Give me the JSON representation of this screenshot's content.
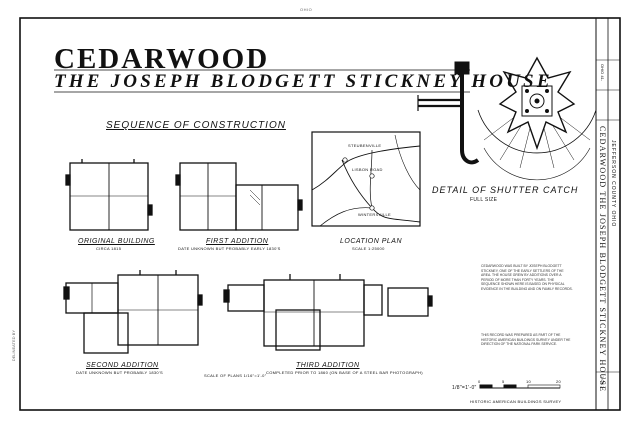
{
  "top_label": "OHIO",
  "title": "CEDARWOOD",
  "subtitle": "THE JOSEPH BLODGETT STICKNEY HOUSE",
  "sequence_heading": "SEQUENCE OF CONSTRUCTION",
  "plans": [
    {
      "caption": "ORIGINAL BUILDING",
      "sub": "CIRCA 1815"
    },
    {
      "caption": "FIRST ADDITION",
      "sub": "DATE UNKNOWN BUT PROBABLY EARLY 1830'S"
    },
    {
      "caption": "SECOND ADDITION",
      "sub": "DATE UNKNOWN BUT PROBABLY 1830'S"
    },
    {
      "caption": "THIRD ADDITION",
      "sub": "COMPLETED PRIOR TO 1860 (ON BASE OF A STEEL BAR PHOTOGRAPH)"
    }
  ],
  "location_plan": {
    "caption": "LOCATION PLAN",
    "sub": "SCALE 1:25000",
    "labels": [
      "STEUBENVILLE",
      "LISBON ROAD",
      "WINTERSVILLE"
    ]
  },
  "detail": {
    "caption": "DETAIL OF SHUTTER CATCH",
    "sub": "FULL SIZE"
  },
  "scale_note": "SCALE OF PLANS 1/16\"=1'-0\"",
  "scale_bar": {
    "label": "1/8\"=1'-0\"",
    "ticks": [
      "0",
      "5",
      "10",
      "20"
    ]
  },
  "side_title": "CEDARWOOD  THE JOSEPH BLODGETT STICKNEY HOUSE",
  "side_sub": "JEFFERSON COUNTY  OHIO",
  "sheet_no": "1 OF 1",
  "survey_no": "OHIO 41-",
  "notes": "CEDARWOOD WAS BUILT BY JOSEPH BLODGETT STICKNEY, ONE OF THE EARLY SETTLERS OF THE AREA. THE HOUSE GREW BY ADDITIONS OVER A PERIOD OF MORE THAN FORTY YEARS. THE SEQUENCE SHOWN HERE IS BASED ON PHYSICAL EVIDENCE IN THE BUILDING AND ON FAMILY RECORDS.",
  "notes2": "THIS RECORD WAS PREPARED AS PART OF THE HISTORIC AMERICAN BUILDINGS SURVEY UNDER THE DIRECTION OF THE NATIONAL PARK SERVICE.",
  "bottom_left": "HISTORIC AMERICAN BUILDINGS SURVEY",
  "left_margin": "DELINEATED BY"
}
